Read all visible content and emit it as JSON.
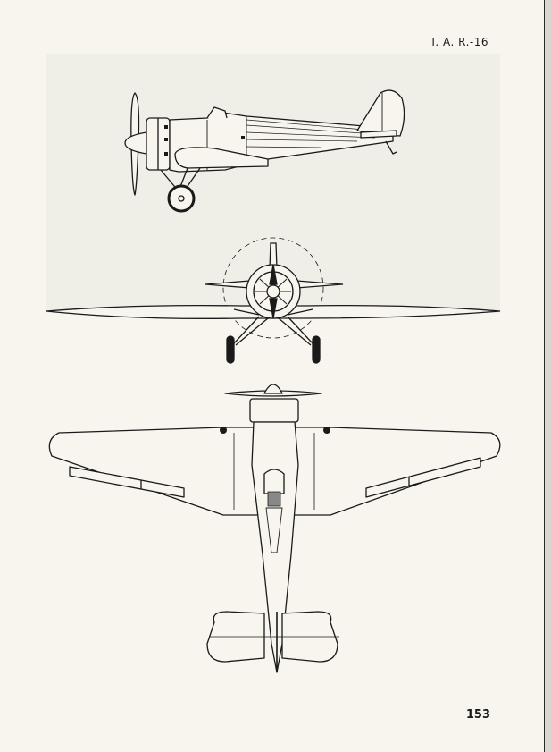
{
  "header": {
    "title": "I. A. R.-16"
  },
  "footer": {
    "page_number": "153"
  },
  "colors": {
    "paper": "#f7f5ee",
    "ink": "#1a1a1a",
    "grey_panel": "#e8eae4"
  },
  "figures": [
    {
      "view": "side"
    },
    {
      "view": "front"
    },
    {
      "view": "top"
    }
  ]
}
